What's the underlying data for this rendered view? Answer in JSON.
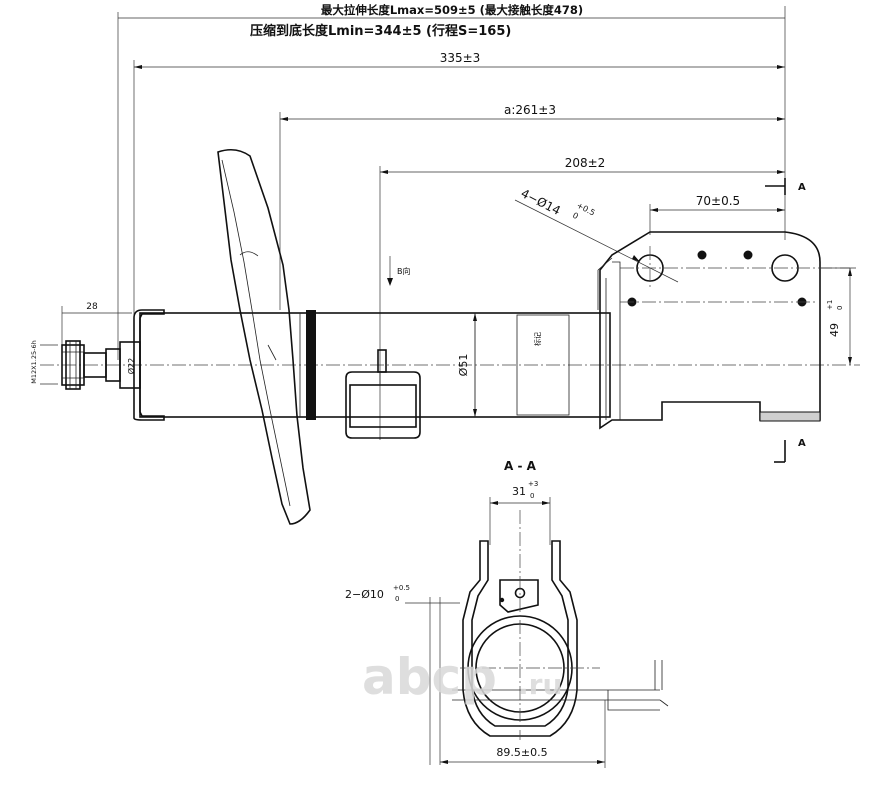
{
  "dimensions": {
    "lmax": "最大拉伸长度Lmax=509±5 (最大接触长度478)",
    "lmin": "压缩到底长度Lmin=344±5 (行程S=165)",
    "d335": "335±3",
    "d261": "a:261±3",
    "d208": "208±2",
    "d70": "70±0.5",
    "holes4": "4−Ø14",
    "holes4_tol": "+0.5",
    "holes4_tol0": "0",
    "d28": "28",
    "thread": "M12X1.25-6h",
    "d22": "Ø22",
    "d51": "Ø51",
    "d49": "49",
    "d49_tol": "+1",
    "d49_tol0": "0",
    "b_view": "B向",
    "stamp": "标记",
    "section_a_top": "A",
    "section_a_bot": "A"
  },
  "section": {
    "title": "A - A",
    "d31": "31",
    "d31_tol": "+3",
    "d31_tol0": "0",
    "holes2": "2−Ø10",
    "holes2_tol": "+0.5",
    "holes2_tol0": "0",
    "d89": "89.5±0.5"
  },
  "watermark": {
    "brand": "abcp",
    "tld": ".ru"
  }
}
